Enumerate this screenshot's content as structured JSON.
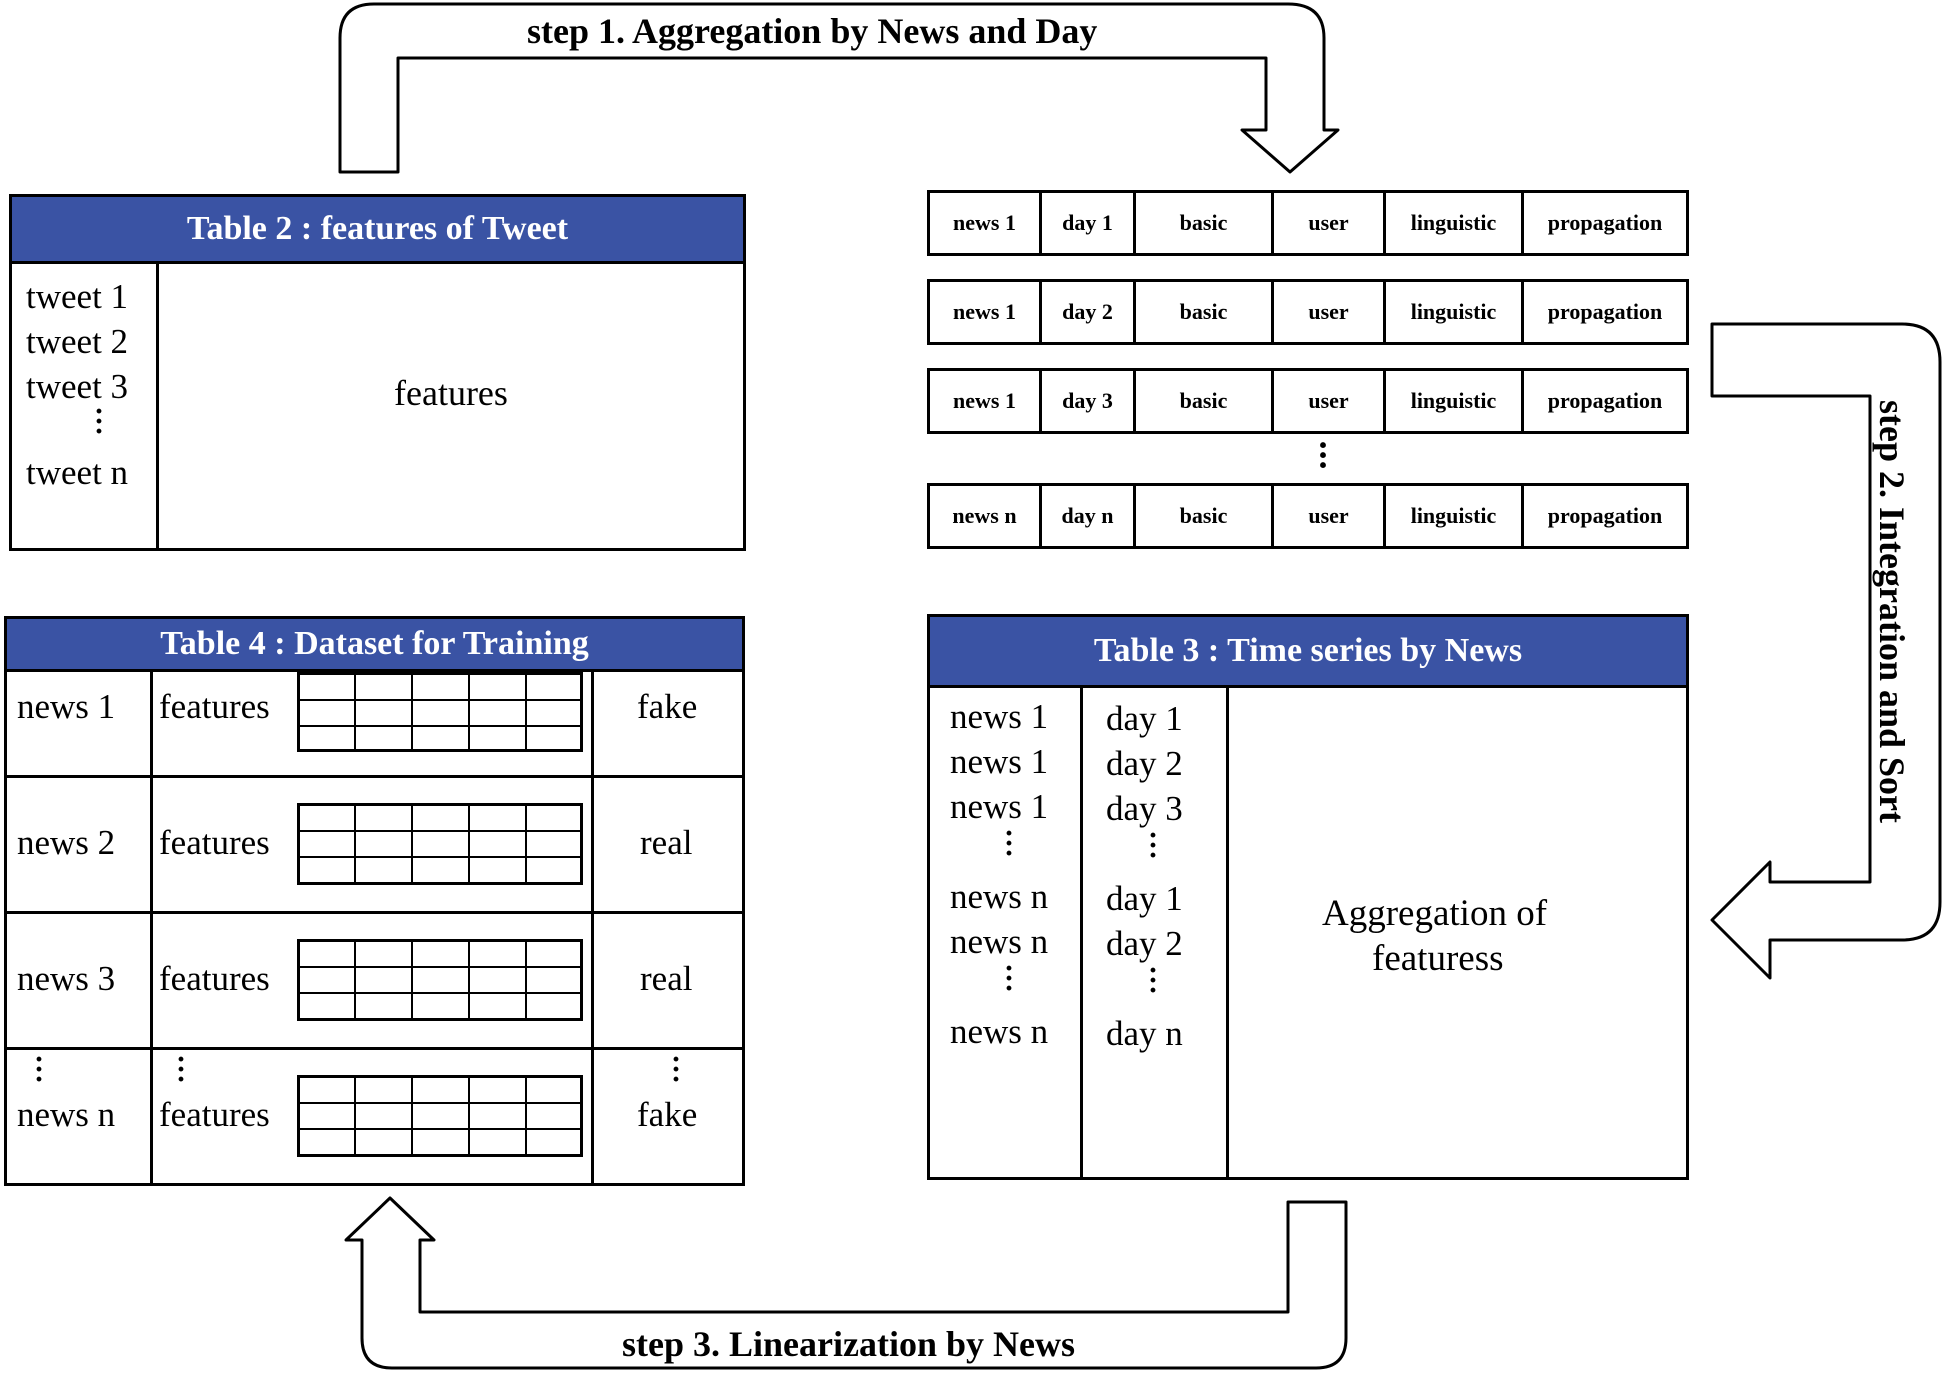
{
  "steps": {
    "step1": "step 1. Aggregation by News and Day",
    "step2": "step 2. Integration and Sort",
    "step3": "step 3. Linearization by News"
  },
  "table2": {
    "title": "Table 2 : features of Tweet",
    "rows": [
      "tweet 1",
      "tweet 2",
      "tweet 3",
      "tweet n"
    ],
    "ellipsis": "⋮",
    "features": "features"
  },
  "aggregated_rows": [
    [
      "news 1",
      "day 1",
      "basic",
      "user",
      "linguistic",
      "propagation"
    ],
    [
      "news 1",
      "day 2",
      "basic",
      "user",
      "linguistic",
      "propagation"
    ],
    [
      "news 1",
      "day 3",
      "basic",
      "user",
      "linguistic",
      "propagation"
    ],
    [
      "news n",
      "day n",
      "basic",
      "user",
      "linguistic",
      "propagation"
    ]
  ],
  "table3": {
    "title": "Table 3 : Time series by News",
    "news": [
      "news 1",
      "news 1",
      "news 1",
      "news n",
      "news n",
      "news n"
    ],
    "days": [
      "day 1",
      "day 2",
      "day 3",
      "day 1",
      "day 2",
      "day n"
    ],
    "aggregation_line1": "Aggregation of",
    "aggregation_line2": "featuress"
  },
  "table4": {
    "title": "Table 4 : Dataset for Training",
    "rows": [
      {
        "news": "news 1",
        "features": "features",
        "label": "fake"
      },
      {
        "news": "news 2",
        "features": "features",
        "label": "real"
      },
      {
        "news": "news 3",
        "features": "features",
        "label": "real"
      },
      {
        "news": "news n",
        "features": "features",
        "label": "fake"
      }
    ]
  },
  "colors": {
    "header_bg": "#3a53a4",
    "header_text": "#ffffff",
    "line": "#000000"
  }
}
